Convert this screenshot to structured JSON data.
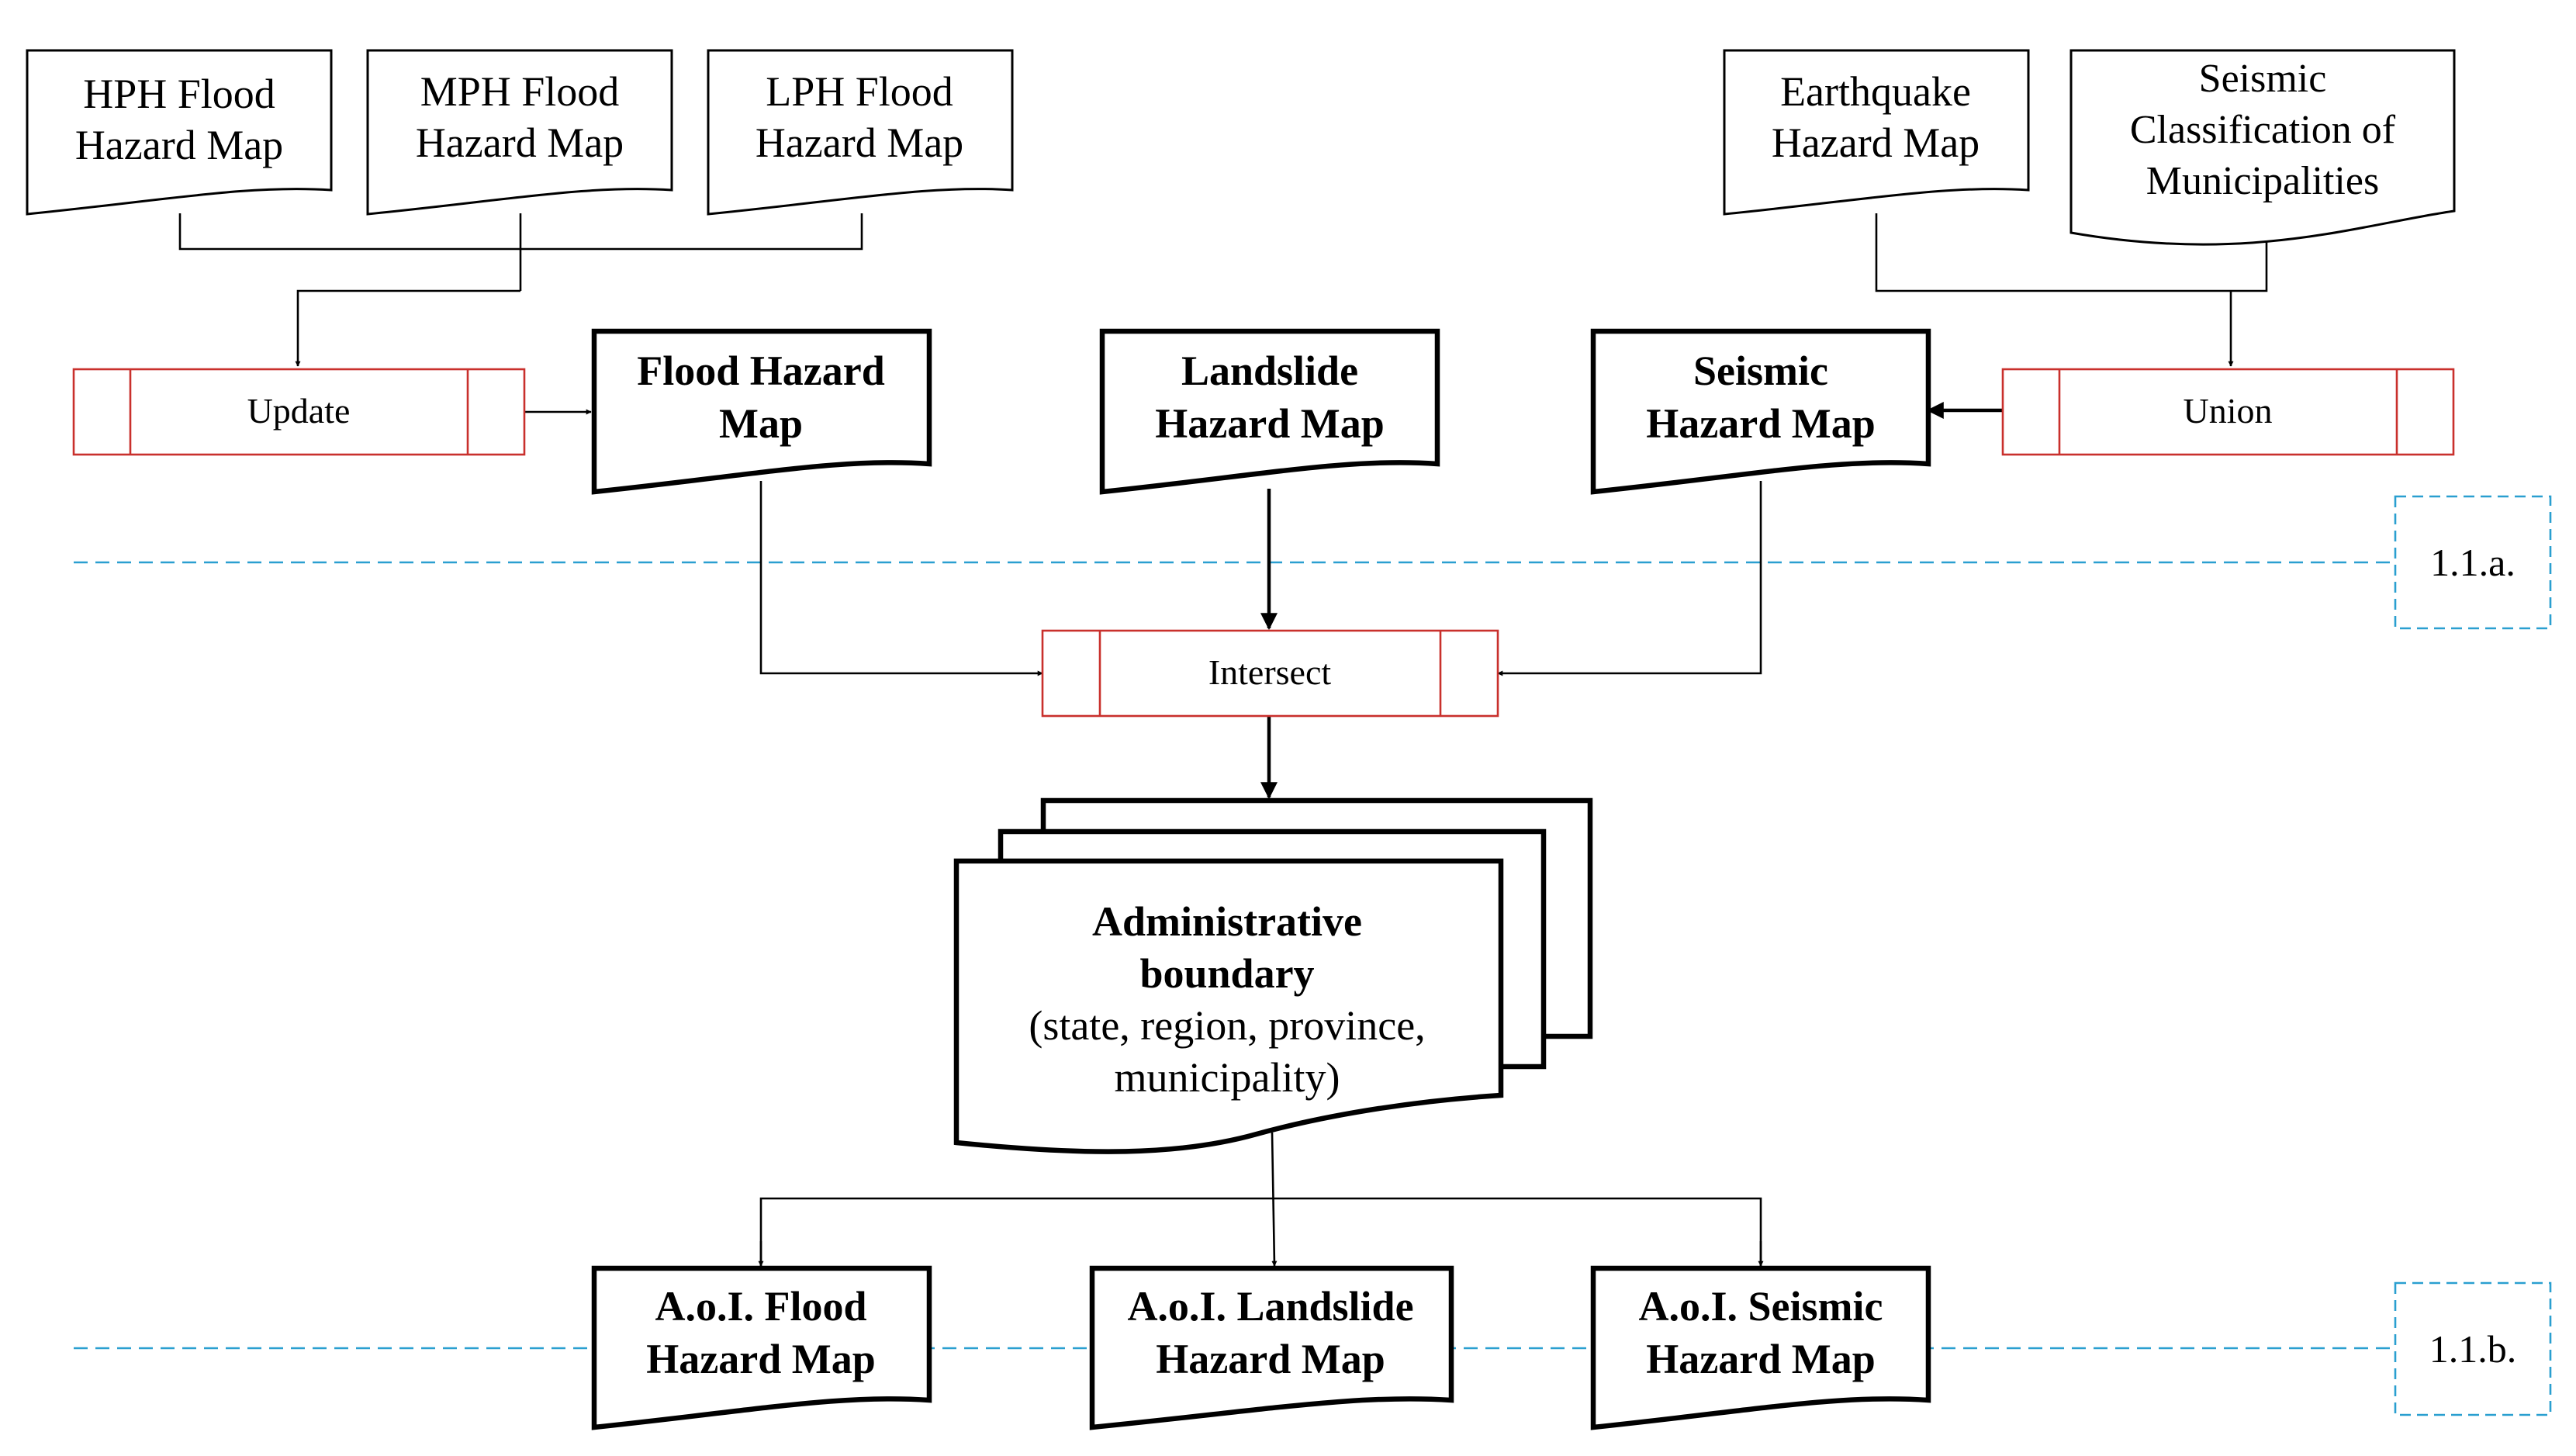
{
  "inputs": {
    "hph": [
      "HPH Flood",
      "Hazard Map"
    ],
    "mph": [
      "MPH Flood",
      "Hazard Map"
    ],
    "lph": [
      "LPH Flood",
      "Hazard Map"
    ],
    "earthquake": [
      "Earthquake",
      "Hazard Map"
    ],
    "seismic_class": [
      "Seismic",
      "Classification of",
      "Municipalities"
    ]
  },
  "processes": {
    "update": "Update",
    "union": "Union",
    "intersect": "Intersect"
  },
  "hazard_maps": {
    "flood": [
      "Flood Hazard",
      "Map"
    ],
    "landslide": [
      "Landslide",
      "Hazard Map"
    ],
    "seismic": [
      "Seismic",
      "Hazard Map"
    ]
  },
  "admin_boundary": {
    "title": [
      "Administrative",
      "boundary"
    ],
    "detail": [
      "(state, region, province,",
      "municipality)"
    ]
  },
  "outputs": {
    "flood": [
      "A.o.I. Flood",
      "Hazard Map"
    ],
    "landslide": [
      "A.o.I. Landslide",
      "Hazard Map"
    ],
    "seismic": [
      "A.o.I. Seismic",
      "Hazard Map"
    ]
  },
  "stage_labels": {
    "a": "1.1.a.",
    "b": "1.1.b."
  },
  "colors": {
    "process_border": "#c9302c",
    "stage_line": "#2a9fd0"
  }
}
